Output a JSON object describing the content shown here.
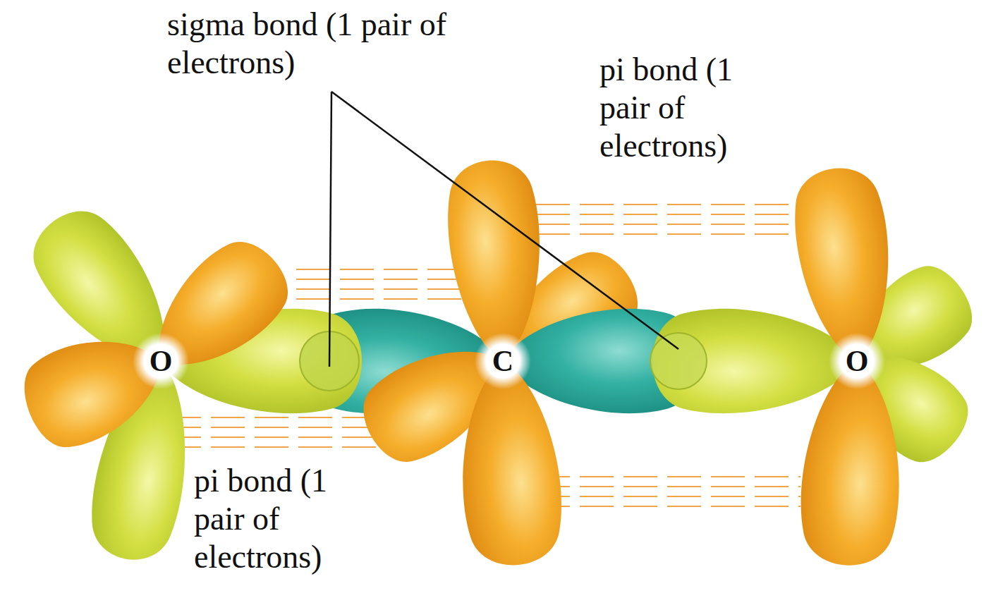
{
  "diagram": {
    "labels": [
      "sigma bond (1 pair of electrons)",
      "pi bond (1 pair of electrons)",
      "O",
      "C",
      "O",
      "pi bond (1 pair of electrons)"
    ]
  }
}
